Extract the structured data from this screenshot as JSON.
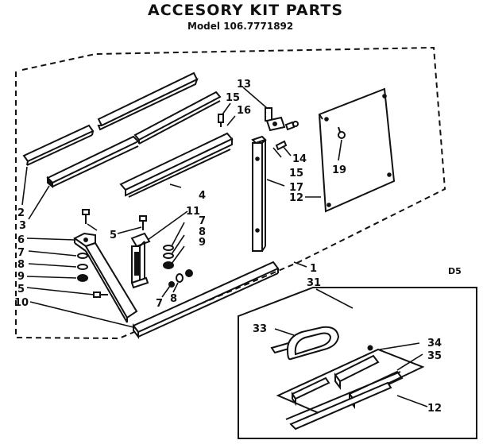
{
  "header": {
    "title": "ACCESORY KIT PARTS",
    "model": "Model 106.7771892"
  },
  "diagram_code": "D5",
  "callouts": [
    {
      "id": "c13a",
      "label": "13"
    },
    {
      "id": "c15a",
      "label": "15"
    },
    {
      "id": "c16",
      "label": "16"
    },
    {
      "id": "c14",
      "label": "14"
    },
    {
      "id": "c15b",
      "label": "15"
    },
    {
      "id": "c17",
      "label": "17"
    },
    {
      "id": "c12a",
      "label": "12"
    },
    {
      "id": "c19",
      "label": "19"
    },
    {
      "id": "c2",
      "label": "2"
    },
    {
      "id": "c3",
      "label": "3"
    },
    {
      "id": "c6",
      "label": "6"
    },
    {
      "id": "c7a",
      "label": "7"
    },
    {
      "id": "c8a",
      "label": "8"
    },
    {
      "id": "c9a",
      "label": "9"
    },
    {
      "id": "c5a",
      "label": "5"
    },
    {
      "id": "c10",
      "label": "10"
    },
    {
      "id": "c5b",
      "label": "5"
    },
    {
      "id": "c4",
      "label": "4"
    },
    {
      "id": "c11",
      "label": "11"
    },
    {
      "id": "c7b",
      "label": "7"
    },
    {
      "id": "c8b",
      "label": "8"
    },
    {
      "id": "c9b",
      "label": "9"
    },
    {
      "id": "c7c",
      "label": "7"
    },
    {
      "id": "c8c",
      "label": "8"
    },
    {
      "id": "c1",
      "label": "1"
    },
    {
      "id": "c31",
      "label": "31"
    },
    {
      "id": "c33",
      "label": "33"
    },
    {
      "id": "c34",
      "label": "34"
    },
    {
      "id": "c35",
      "label": "35"
    },
    {
      "id": "c12b",
      "label": "12"
    }
  ]
}
